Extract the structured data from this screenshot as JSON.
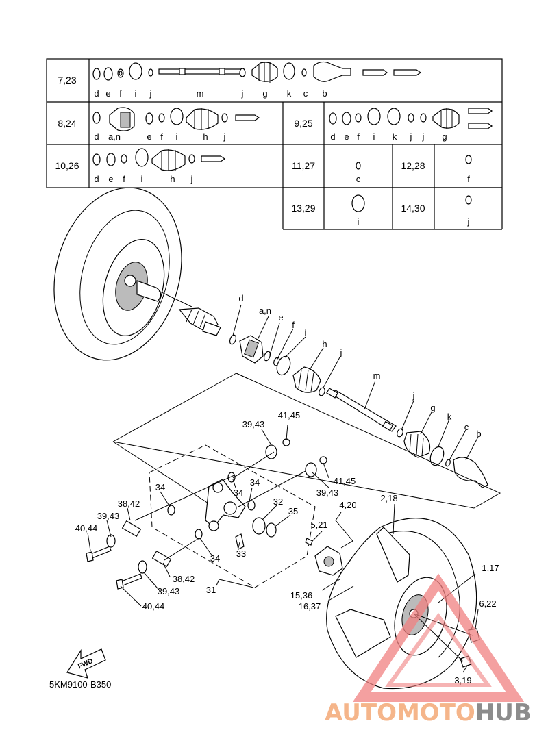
{
  "table": {
    "rows": [
      {
        "label": "7,23",
        "parts": [
          "d",
          "e",
          "f",
          "i",
          "j",
          "m",
          "j",
          "g",
          "k",
          "c",
          "b"
        ]
      },
      {
        "label": "8,24",
        "parts": [
          "d",
          "a,n",
          "e",
          "f",
          "i",
          "h",
          "j"
        ]
      },
      {
        "label": "9,25",
        "parts": [
          "d",
          "e",
          "f",
          "i",
          "k",
          "j",
          "j",
          "g"
        ]
      },
      {
        "label": "10,26",
        "parts": [
          "d",
          "e",
          "f",
          "i",
          "h",
          "j"
        ]
      },
      {
        "label": "11,27",
        "parts": [
          "c"
        ]
      },
      {
        "label": "12,28",
        "parts": [
          "f"
        ]
      },
      {
        "label": "13,29",
        "parts": [
          "i"
        ]
      },
      {
        "label": "14,30",
        "parts": [
          "j"
        ]
      }
    ]
  },
  "callouts": {
    "d": "d",
    "an": "a,n",
    "e": "e",
    "f": "f",
    "i": "i",
    "h": "h",
    "j": "j",
    "m": "m",
    "j2": "j",
    "g": "g",
    "k": "k",
    "c": "c",
    "b": "b",
    "p3943a": "39,43",
    "p4145a": "41,45",
    "p4145b": "41,45",
    "p3943b": "39,43",
    "p34a": "34",
    "p34b": "34",
    "p34c": "34",
    "p34d": "34",
    "p3842a": "38,42",
    "p3943c": "39,43",
    "p4044a": "40,44",
    "p32": "32",
    "p35": "35",
    "p33": "33",
    "p420": "4,20",
    "p521": "5,21",
    "p218": "2,18",
    "p117": "1,17",
    "p622": "6,22",
    "p319": "3,19",
    "p1536": "15,36",
    "p1637": "16,37",
    "p3842b": "38,42",
    "p3943d": "39,43",
    "p4044b": "40,44",
    "p31": "31"
  },
  "fwd": "FWD",
  "drawing_code": "5KM9100-B350",
  "watermark": {
    "part1": "AUTOMOTO",
    "part2": "HUB",
    "color1": "#f5b58a",
    "color2": "#8c8c8c",
    "logo_color": "#f08080"
  }
}
